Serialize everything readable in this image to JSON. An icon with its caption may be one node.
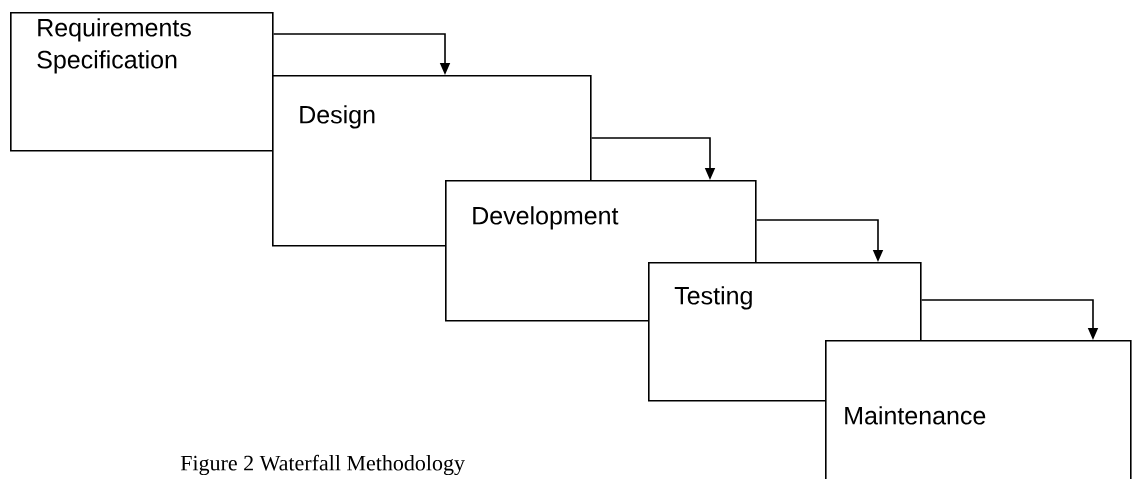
{
  "diagram": {
    "caption": "Figure 2 Waterfall Methodology",
    "nodes": [
      {
        "text": [
          "Requirements Specification"
        ]
      },
      {
        "text": [
          "Design"
        ]
      },
      {
        "text": [
          "Development"
        ]
      },
      {
        "text": [
          "Testing"
        ]
      },
      {
        "text": [
          "Maintenance"
        ]
      }
    ],
    "edges": [
      {
        "from": 0,
        "to": 1,
        "arrow": "to"
      },
      {
        "from": 1,
        "to": 2,
        "arrow": "to"
      },
      {
        "from": 2,
        "to": 3,
        "arrow": "to"
      },
      {
        "from": 3,
        "to": 4,
        "arrow": "to"
      }
    ]
  }
}
